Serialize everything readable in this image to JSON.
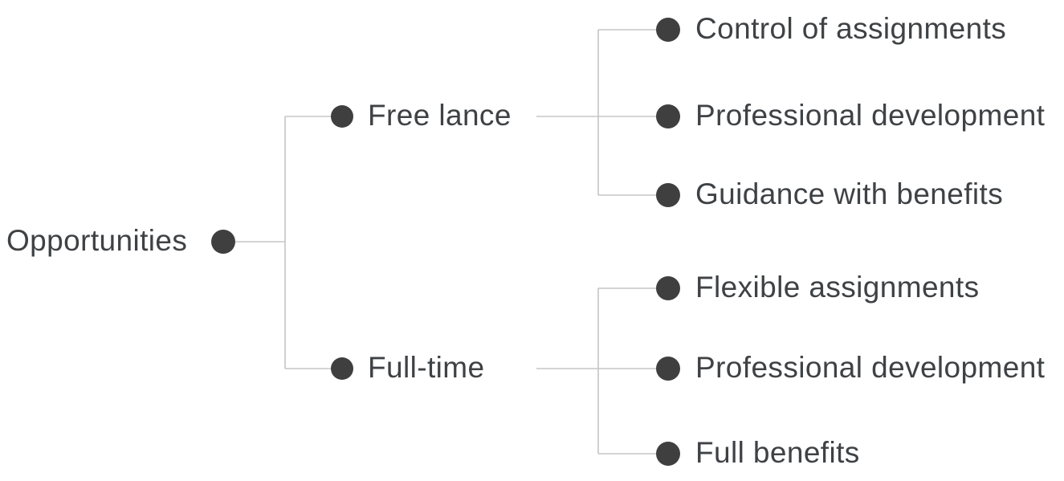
{
  "diagram": {
    "type": "tree",
    "root": {
      "label": "Opportunities"
    },
    "branches": [
      {
        "label": "Free lance",
        "children": [
          {
            "label": "Control of assignments"
          },
          {
            "label": "Professional development"
          },
          {
            "label": "Guidance with benefits"
          }
        ]
      },
      {
        "label": "Full-time",
        "children": [
          {
            "label": "Flexible assignments"
          },
          {
            "label": "Professional development"
          },
          {
            "label": "Full benefits"
          }
        ]
      }
    ],
    "colors": {
      "dot": "#3f3f3f",
      "text": "#3f4245",
      "connector": "#c5c5c5",
      "background": "#ffffff"
    }
  }
}
